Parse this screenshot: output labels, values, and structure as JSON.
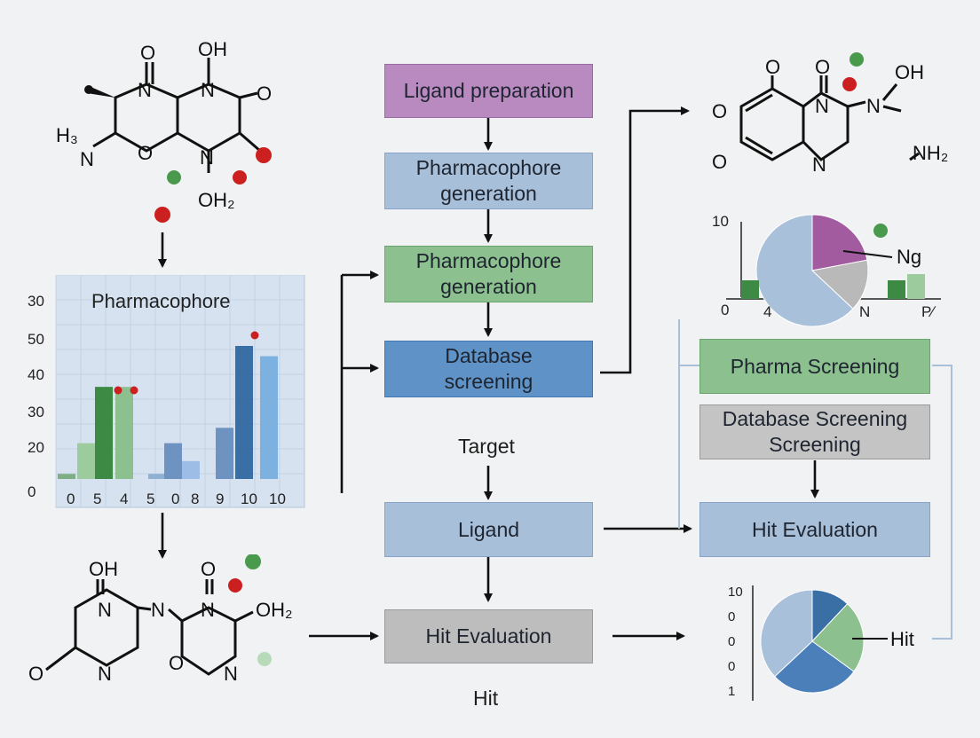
{
  "flow": {
    "ligand_prep": "Ligand preparation",
    "pharm_gen_1": "Pharmacophore\ngeneration",
    "pharm_gen_2": "Pharmacophore\ngeneration",
    "db_screen": "Database\nscreening",
    "target": "Target",
    "ligand": "Ligand",
    "hit_eval": "Hit Evaluation",
    "hit": "Hit"
  },
  "right_panel": {
    "pharma_screening": "Pharma Screening",
    "db_screening": "Database Screening\nScreening",
    "hit_eval": "Hit Evaluation",
    "ng_label": "Ng",
    "hit_label": "Hit"
  },
  "molecule_top_left": {
    "atoms": [
      "O",
      "N",
      "OH",
      "N",
      "O",
      "H₃",
      "N",
      "O",
      "N",
      "OH₂"
    ]
  },
  "molecule_bottom_left": {
    "atoms": [
      "OH",
      "N",
      "N",
      "O",
      "N",
      "OH₂",
      "O",
      "N",
      "O",
      "N"
    ]
  },
  "molecule_top_right": {
    "atoms": [
      "O",
      "O",
      "N",
      "OH",
      "N",
      "O",
      "O",
      "N",
      "NH₂"
    ]
  },
  "chart_data": [
    {
      "type": "bar",
      "title": "Pharmacophore",
      "y_ticks": [
        "30",
        "50",
        "40",
        "30",
        "20",
        "0"
      ],
      "x_ticks": [
        "0",
        "5",
        "4",
        "5",
        "0",
        "8",
        "9",
        "10",
        "10"
      ],
      "series": [
        {
          "values": [
            2,
            14,
            36,
            36,
            2,
            14,
            7,
            20,
            52,
            48
          ]
        }
      ],
      "bar_colors": [
        "#7fae84",
        "#9ccc9e",
        "#3d8a44",
        "#8cc08e",
        "#8fb0d2",
        "#6f93c0",
        "#9dbde6",
        "#6f93c0",
        "#3a6fa6",
        "#7cb1e0"
      ],
      "ylim": [
        0,
        60
      ]
    },
    {
      "type": "pie",
      "y_ticks": [
        "10",
        "0"
      ],
      "x_ticks": [
        "4",
        "N",
        "P∕"
      ],
      "slices": [
        {
          "value": 22,
          "color": "#a35ba0"
        },
        {
          "value": 15,
          "color": "#b9b9b9"
        },
        {
          "value": 63,
          "color": "#a9c0db"
        }
      ],
      "bars": [
        {
          "value": 3,
          "color": "#3d8a44"
        },
        {
          "value": 3,
          "color": "#3d8a44"
        },
        {
          "value": 4,
          "color": "#9ccc9e"
        }
      ]
    },
    {
      "type": "pie",
      "y_ticks": [
        "10",
        "0",
        "0",
        "0",
        "1"
      ],
      "slices": [
        {
          "value": 12,
          "color": "#3a6fa6"
        },
        {
          "value": 23,
          "color": "#8cc08e"
        },
        {
          "value": 28,
          "color": "#4a7fba"
        },
        {
          "value": 37,
          "color": "#a9c0db"
        }
      ]
    }
  ]
}
